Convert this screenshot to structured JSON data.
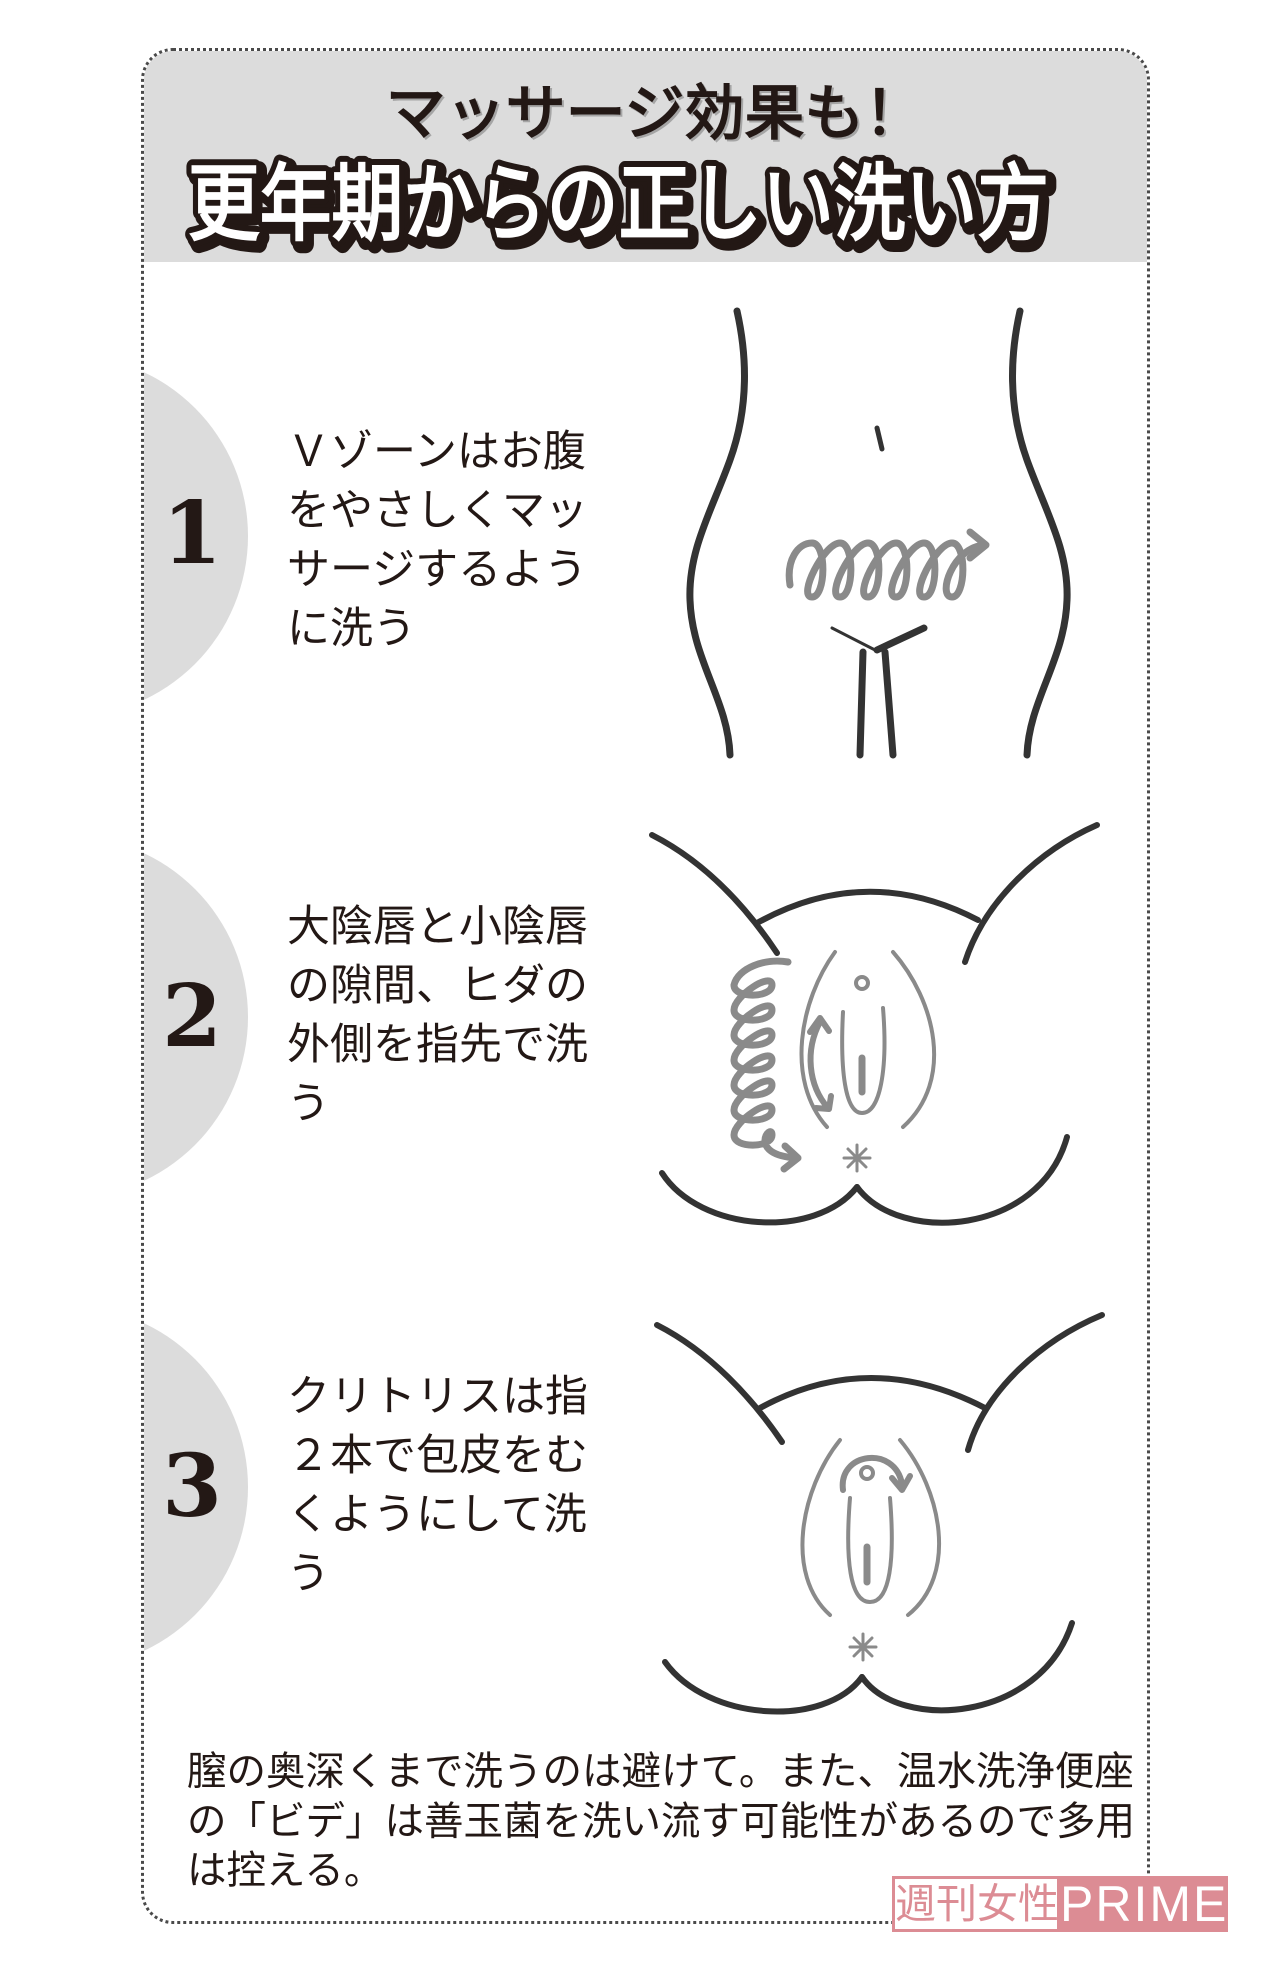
{
  "header": {
    "subtitle": "マッサージ効果も！",
    "title": "更年期からの正しい洗い方"
  },
  "steps": [
    {
      "number": "1",
      "lines": [
        "Ｖゾーンはお腹",
        "をやさしくマッ",
        "サージするよう",
        "に洗う"
      ],
      "illustration": "abdomen-v-zone-circular-massage-diagram"
    },
    {
      "number": "2",
      "lines": [
        "大陰唇と小陰唇",
        "の隙間、ヒダの",
        "外側を指先で洗",
        "う"
      ],
      "illustration": "labia-fold-washing-diagram"
    },
    {
      "number": "3",
      "lines": [
        "クリトリスは指",
        "２本で包皮をむ",
        "くようにして洗",
        "う"
      ],
      "illustration": "clitoral-hood-washing-diagram"
    }
  ],
  "footer": {
    "lines": [
      "膣の奥深くまで洗うのは避けて。また、温水洗浄便座",
      "の「ビデ」は善玉菌を洗い流す可能性があるので多用",
      "は控える。"
    ]
  },
  "watermark": {
    "brand_jp": "週刊女性",
    "brand_en": "PRIME"
  },
  "colors": {
    "text": "#231815",
    "header_bg": "#dcdcdc",
    "step_circle": "#dcdcdc",
    "motion_gray": "#8a8a8a",
    "line_dark": "#333333",
    "brand_pink": "#dc8c94"
  }
}
